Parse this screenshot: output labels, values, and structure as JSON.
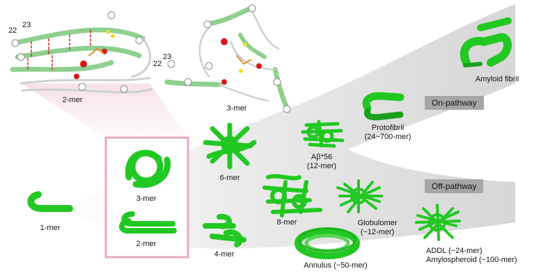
{
  "labels": {
    "monomer": "1-mer",
    "dimer_box": "2-mer",
    "trimer_box": "3-mer",
    "dimer_struct": "2-mer",
    "trimer_struct": "3-mer",
    "tetramer": "4-mer",
    "hexamer": "6-mer",
    "octamer": "8-mer",
    "ab56_line1": "Aβ*56",
    "ab56_line2": "(12-mer)",
    "protofibril_line1": "Protofibril",
    "protofibril_line2": "(24~700-mer)",
    "globulomer_line1": "Globulomer",
    "globulomer_line2": "(~12-mer)",
    "annulus": "Annulus (~50-mer)",
    "addl_line1": "ADDL (~24-mer)",
    "addl_line2": "Amylospheroid (~100-mer)",
    "fibril": "Amyloid fibril"
  },
  "residue_numbers": {
    "dimer_a": "22",
    "dimer_b": "23",
    "trimer_a": "22",
    "trimer_b": "23"
  },
  "pathway_tags": {
    "on": "On-pathway",
    "off": "Off-pathway"
  },
  "colors": {
    "oligomer_green": "#22c822",
    "strand_green": "#8fcf8f",
    "highlight_pink": "#e7a7c4",
    "band_gray": "#d9d9d9",
    "tag_gray": "#a6a6a6"
  }
}
